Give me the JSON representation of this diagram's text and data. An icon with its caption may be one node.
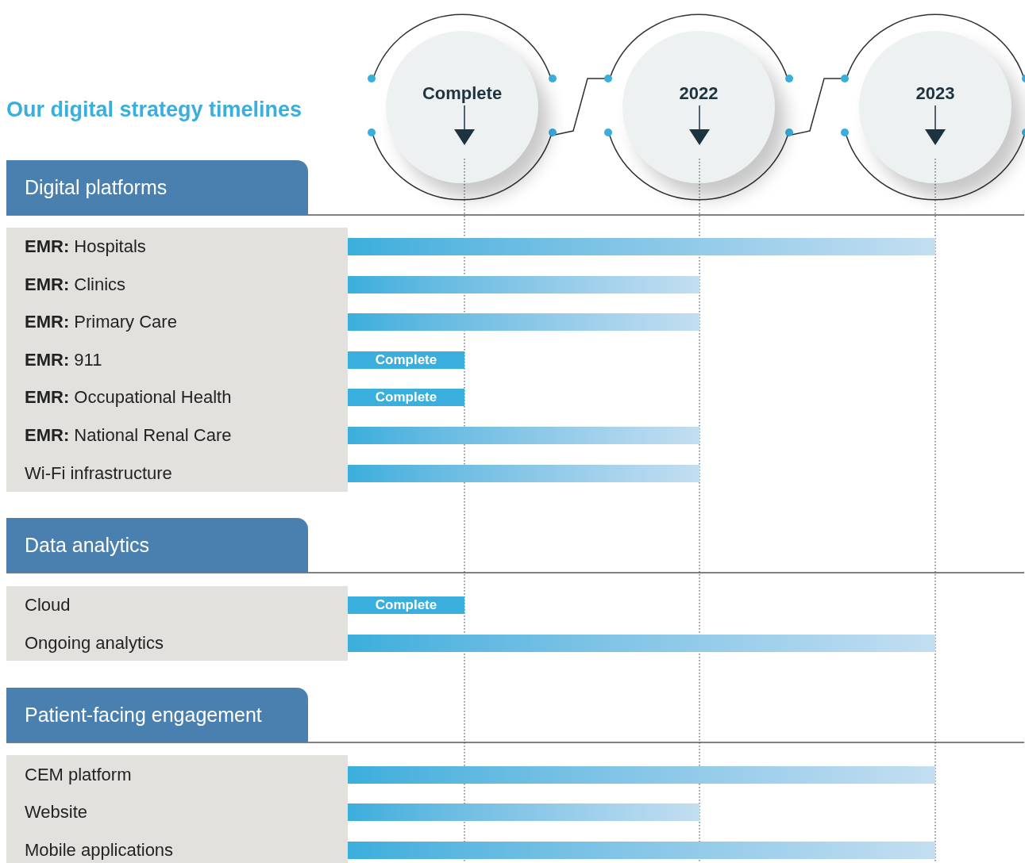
{
  "diagram": {
    "title": "Our digital strategy timelines",
    "nodes": [
      {
        "text": [
          "Complete"
        ]
      },
      {
        "text": [
          "2022"
        ]
      },
      {
        "text": [
          "2023"
        ]
      },
      {
        "text": [
          "Digital platforms"
        ]
      },
      {
        "text": [
          "**EMR:** Hospitals"
        ]
      },
      {
        "text": [],
        "shape": "bar"
      },
      {
        "text": [
          "**EMR:** Clinics"
        ]
      },
      {
        "text": [],
        "shape": "bar"
      },
      {
        "text": [
          "**EMR:** Primary Care"
        ]
      },
      {
        "text": [],
        "shape": "bar"
      },
      {
        "text": [
          "**EMR:** 911"
        ]
      },
      {
        "text": [
          "Complete"
        ]
      },
      {
        "text": [
          "**EMR:** Occupational Health"
        ]
      },
      {
        "text": [
          "Complete"
        ]
      },
      {
        "text": [
          "**EMR:** National Renal Care"
        ]
      },
      {
        "text": [],
        "shape": "bar"
      },
      {
        "text": [
          "Wi-Fi infrastructure"
        ]
      },
      {
        "text": [],
        "shape": "bar"
      },
      {
        "text": [
          "Data analytics"
        ]
      },
      {
        "text": [
          "Cloud"
        ]
      },
      {
        "text": [
          "Complete"
        ]
      },
      {
        "text": [
          "Ongoing analytics"
        ]
      },
      {
        "text": [],
        "shape": "bar"
      },
      {
        "text": [
          "Patient-facing engagement"
        ]
      },
      {
        "text": [
          "CEM platform"
        ]
      },
      {
        "text": [],
        "shape": "bar"
      },
      {
        "text": [
          "Website"
        ]
      },
      {
        "text": [],
        "shape": "bar"
      },
      {
        "text": [
          "Mobile applications"
        ]
      },
      {
        "text": [],
        "shape": "bar"
      }
    ]
  }
}
